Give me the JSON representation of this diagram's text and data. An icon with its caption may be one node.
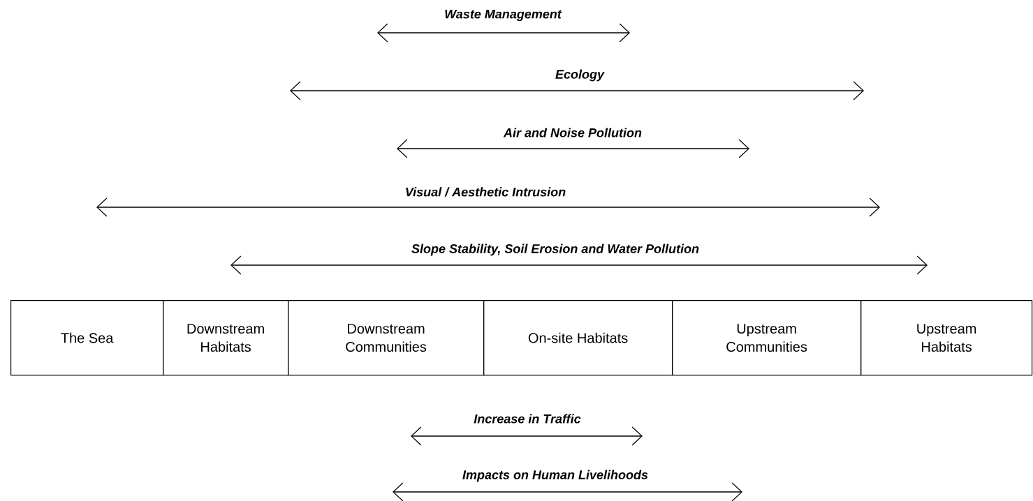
{
  "diagram": {
    "nodes": [
      {
        "text": [
          "The Sea"
        ]
      },
      {
        "text": [
          "Downstream Habitats"
        ]
      },
      {
        "text": [
          "Downstream Communities"
        ]
      },
      {
        "text": [
          "On-site Habitats"
        ]
      },
      {
        "text": [
          "Upstream Communities"
        ]
      },
      {
        "text": [
          "Upstream Habitats"
        ]
      }
    ],
    "labels": [
      "Waste Management",
      "Ecology",
      "Air and Noise Pollution",
      "Visual / Aesthetic Intrusion",
      "Slope Stability, Soil Erosion and Water Pollution",
      "Increase in Traffic",
      "Impacts on Human Livelihoods"
    ]
  }
}
